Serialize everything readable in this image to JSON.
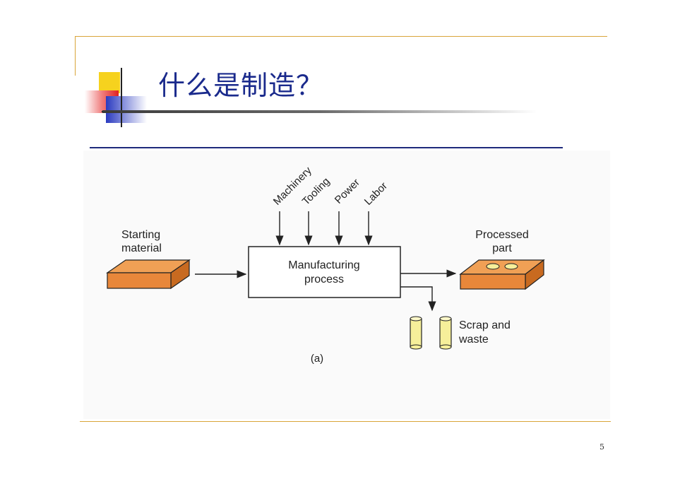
{
  "slide": {
    "title": "什么是制造？",
    "page_number": "5"
  },
  "diagram": {
    "inputs": [
      "Machinery",
      "Tooling",
      "Power",
      "Labor"
    ],
    "starting_material": [
      "Starting",
      "material"
    ],
    "process": [
      "Manufacturing",
      "process"
    ],
    "processed_part": [
      "Processed",
      "part"
    ],
    "scrap": [
      "Scrap and",
      "waste"
    ],
    "caption": "(a)",
    "colors": {
      "block_face": "#e8873a",
      "block_top": "#f0a055",
      "block_side": "#c86a20",
      "scrap_fill": "#f6ef9a",
      "frame_gold": "#d9a53a",
      "title_blue": "#1a2a8c"
    }
  }
}
